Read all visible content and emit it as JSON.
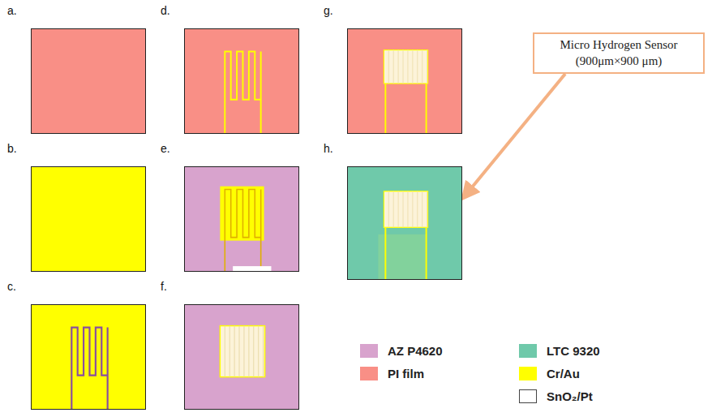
{
  "diagram": {
    "nodes": [
      {
        "text": [
          "a."
        ]
      },
      {
        "text": [
          "b."
        ]
      },
      {
        "text": [
          "c."
        ]
      },
      {
        "text": [
          "d."
        ]
      },
      {
        "text": [
          "e."
        ]
      },
      {
        "text": [
          "f."
        ]
      },
      {
        "text": [
          "g."
        ]
      },
      {
        "text": [
          "h."
        ]
      },
      {
        "text": [
          "Micro Hydrogen Sensor (900μm×900 μm)"
        ]
      }
    ],
    "edges": [
      {
        "from": 8,
        "to": 7,
        "arrow": "to"
      }
    ],
    "legend": [
      {
        "text": "AZ P4620",
        "color": "#d8a3cd"
      },
      {
        "text": "PI film",
        "color": "#f98f86"
      },
      {
        "text": "LTC 9320",
        "color": "#6fc9aa"
      },
      {
        "text": "Cr/Au",
        "color": "#ffff00"
      },
      {
        "text": "SnO₂/Pt",
        "color": "#ffffff"
      }
    ]
  }
}
